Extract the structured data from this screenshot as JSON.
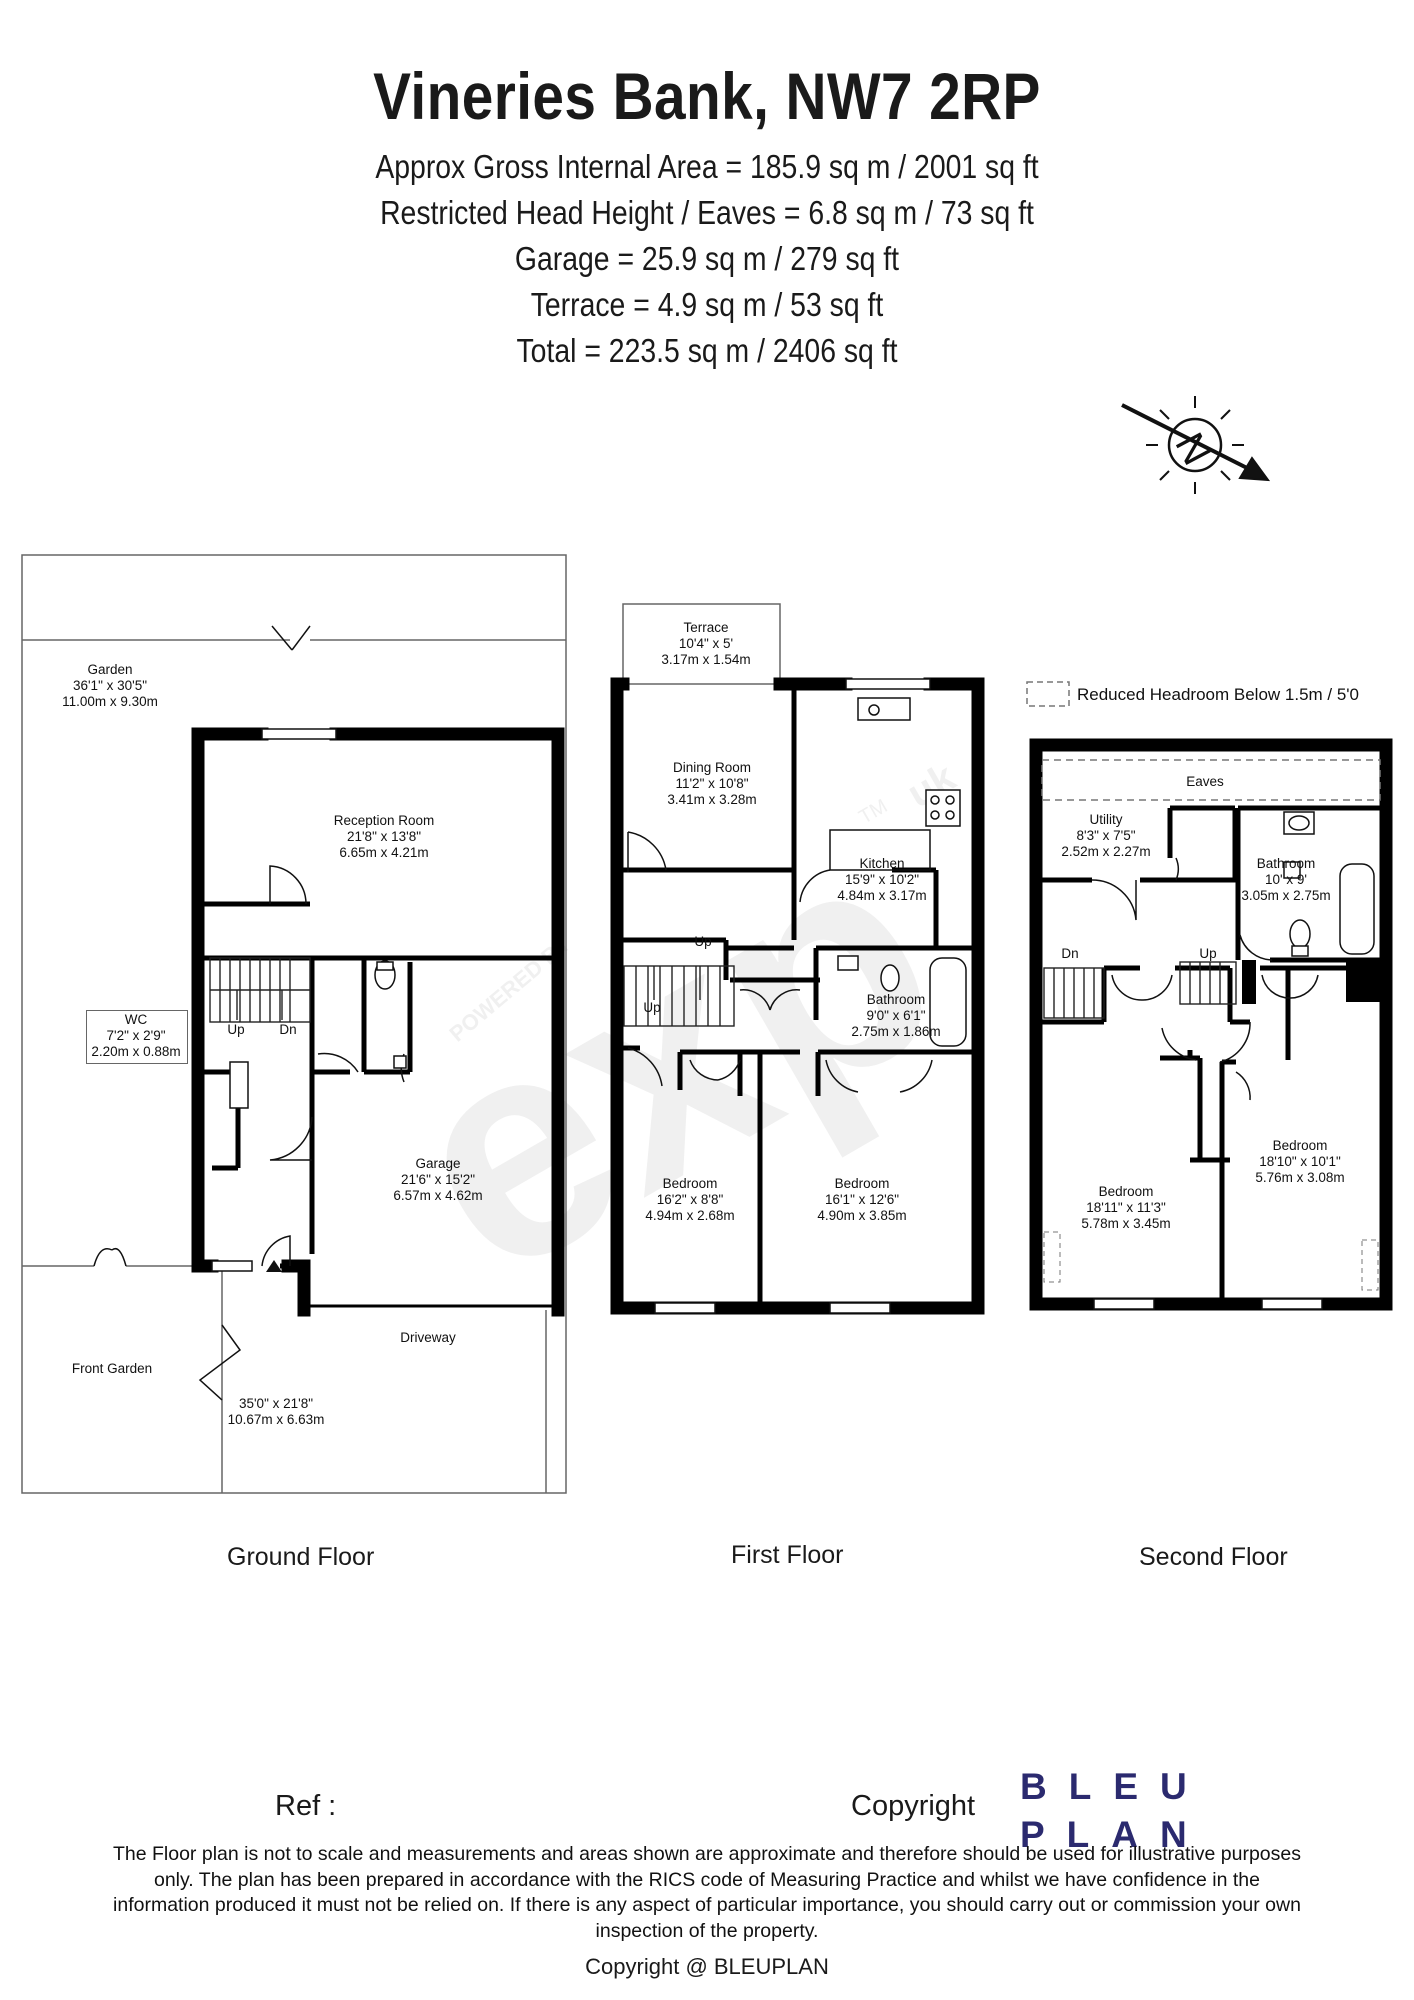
{
  "header": {
    "title": "Vineries Bank, NW7 2RP",
    "areas": [
      "Approx Gross Internal Area = 185.9 sq m / 2001 sq ft",
      "Restricted Head Height / Eaves = 6.8 sq m / 73 sq ft",
      "Garage = 25.9 sq m / 279 sq ft",
      "Terrace = 4.9 sq m / 53 sq ft",
      "Total = 223.5 sq m / 2406 sq ft"
    ]
  },
  "compass": {
    "letter": "N"
  },
  "legend": {
    "reduced_headroom": "Reduced Headroom Below 1.5m / 5'0"
  },
  "watermark": {
    "brand": "exp",
    "powered": "POWERED BY",
    "tm": "TM",
    "suffix": "uk"
  },
  "rooms": {
    "garden": {
      "name": "Garden",
      "imperial": "36'1\" x 30'5\"",
      "metric": "11.00m x 9.30m"
    },
    "reception": {
      "name": "Reception Room",
      "imperial": "21'8\" x 13'8\"",
      "metric": "6.65m x 4.21m"
    },
    "wc": {
      "name": "WC",
      "imperial": "7'2\" x 2'9\"",
      "metric": "2.20m x 0.88m"
    },
    "garage": {
      "name": "Garage",
      "imperial": "21'6\" x 15'2\"",
      "metric": "6.57m x 4.62m"
    },
    "driveway": {
      "name": "Driveway"
    },
    "front_garden": {
      "name": "Front Garden",
      "imperial": "35'0\" x 21'8\"",
      "metric": "10.67m x 6.63m"
    },
    "terrace": {
      "name": "Terrace",
      "imperial": "10'4\" x 5'",
      "metric": "3.17m x 1.54m"
    },
    "dining": {
      "name": "Dining Room",
      "imperial": "11'2\" x 10'8\"",
      "metric": "3.41m x 3.28m"
    },
    "kitchen": {
      "name": "Kitchen",
      "imperial": "15'9\" x 10'2\"",
      "metric": "4.84m x 3.17m"
    },
    "bathroom1": {
      "name": "Bathroom",
      "imperial": "9'0\" x 6'1\"",
      "metric": "2.75m x 1.86m"
    },
    "bedroom1": {
      "name": "Bedroom",
      "imperial": "16'2\" x 8'8\"",
      "metric": "4.94m x 2.68m"
    },
    "bedroom2": {
      "name": "Bedroom",
      "imperial": "16'1\" x 12'6\"",
      "metric": "4.90m x 3.85m"
    },
    "eaves": {
      "name": "Eaves"
    },
    "utility": {
      "name": "Utility",
      "imperial": "8'3\" x 7'5\"",
      "metric": "2.52m x 2.27m"
    },
    "bathroom2": {
      "name": "Bathroom",
      "imperial": "10' x 9'",
      "metric": "3.05m x 2.75m"
    },
    "bedroom3": {
      "name": "Bedroom",
      "imperial": "18'11\" x 11'3\"",
      "metric": "5.78m x 3.45m"
    },
    "bedroom4": {
      "name": "Bedroom",
      "imperial": "18'10\" x 10'1\"",
      "metric": "5.76m x 3.08m"
    }
  },
  "stairs": {
    "up": "Up",
    "down": "Dn"
  },
  "floors": {
    "ground": "Ground Floor",
    "first": "First Floor",
    "second": "Second Floor"
  },
  "footer": {
    "ref": "Ref  :",
    "copyright": "Copyright",
    "logo_line1": "BLEU",
    "logo_line2": "PLAN",
    "disclaimer": "The Floor plan is not to scale and measurements and areas shown are approximate and therefore should be used for illustrative purposes only. The plan has been prepared in accordance with the RICS code of Measuring Practice and whilst we have confidence in the information produced it must not be relied on. If there is any aspect of particular importance, you should carry out or commission your own inspection of the property.",
    "copyright_line": "Copyright @ BLEUPLAN"
  }
}
